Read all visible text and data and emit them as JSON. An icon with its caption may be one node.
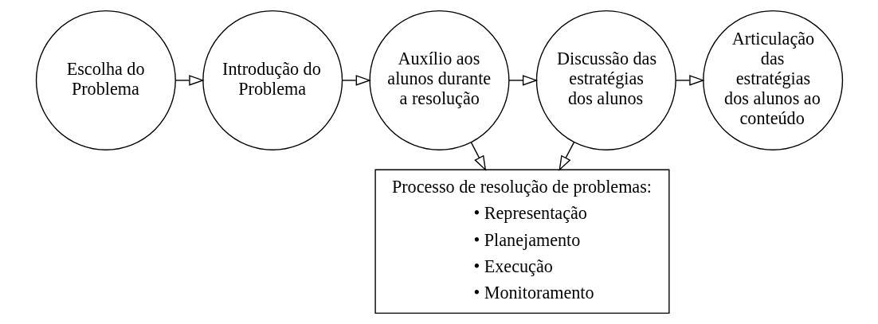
{
  "diagram": {
    "nodes": [
      {
        "text": [
          "Escolha do Problema"
        ]
      },
      {
        "text": [
          "Introdução do Problema"
        ]
      },
      {
        "text": [
          "Auxílio aos alunos durante a resolução"
        ]
      },
      {
        "text": [
          "Discussão das estratégias dos alunos"
        ]
      },
      {
        "text": [
          "Articulação das estratégias dos alunos ao conteúdo"
        ]
      },
      {
        "text": [
          "Processo de resolução de problemas:",
          "• Representação",
          "• Planejamento",
          "• Execução",
          "• Monitoramento"
        ]
      }
    ],
    "edges": [
      {
        "from": 0,
        "to": 1,
        "arrow": "to"
      },
      {
        "from": 1,
        "to": 2,
        "arrow": "to"
      },
      {
        "from": 2,
        "to": 3,
        "arrow": "to"
      },
      {
        "from": 3,
        "to": 4,
        "arrow": "to"
      },
      {
        "from": 2,
        "to": 5,
        "arrow": "to"
      },
      {
        "from": 3,
        "to": 5,
        "arrow": "to"
      }
    ]
  }
}
